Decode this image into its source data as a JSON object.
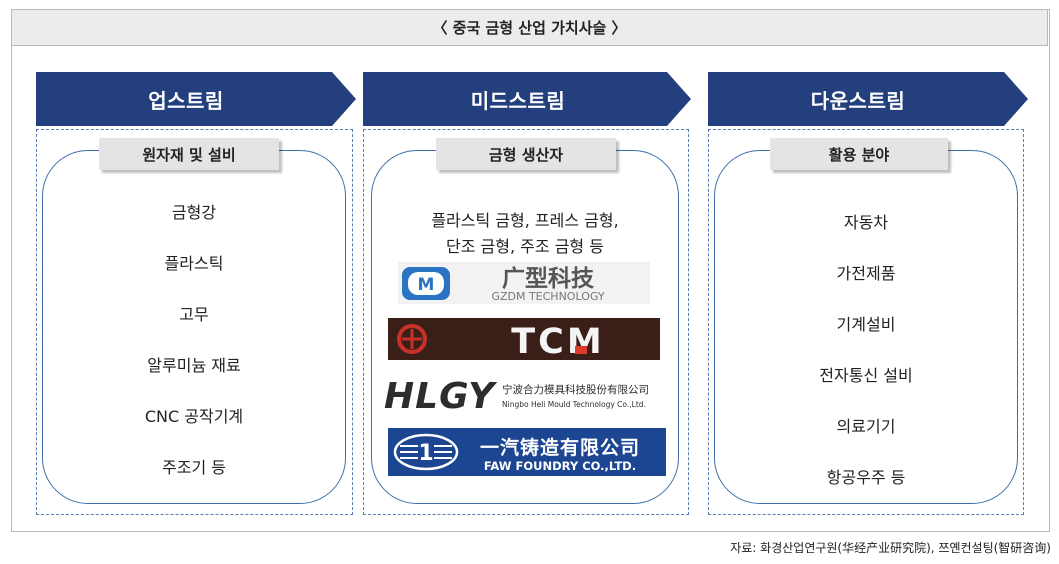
{
  "title": "〈 중국 금형 산업 가치사슬 〉",
  "upstream": {
    "header": "업스트림",
    "tag": "원자재 및 설비",
    "items": [
      "금형강",
      "플라스틱",
      "고무",
      "알루미늄 재료",
      "CNC 공작기계",
      "주조기 등"
    ]
  },
  "midstream": {
    "header": "미드스트림",
    "tag": "금형 생산자",
    "desc_line1": "플라스틱 금형, 프레스 금형,",
    "desc_line2": "단조 금형, 주조 금형 등",
    "logos": {
      "gzdm_cn": "广型科技",
      "gzdm_en": "GZDM TECHNOLOGY",
      "gzdm_mark": "M",
      "tcm": "TCM",
      "hlgy": "HLGY",
      "hlgy_cn": "宁波合力模具科技股份有限公司",
      "hlgy_en": "Ningbo Heli Mould Technology Co.,Ltd.",
      "faw_mark": "1",
      "faw_cn": "一汽铸造有限公司",
      "faw_en": "FAW FOUNDRY CO.,LTD."
    }
  },
  "downstream": {
    "header": "다운스트림",
    "tag": "활용 분야",
    "items": [
      "자동차",
      "가전제품",
      "기계설비",
      "전자통신 설비",
      "의료기기",
      "항공우주 등"
    ]
  },
  "source_note": "자료: 화경산업연구원(华经产业研究院), 쯔옌컨설팅(智研咨询)",
  "colors": {
    "arrow": "#233f7e",
    "border": "#3d6ea8",
    "dashed": "#5b7cb0",
    "tag_bg": "#e4e4e4"
  }
}
